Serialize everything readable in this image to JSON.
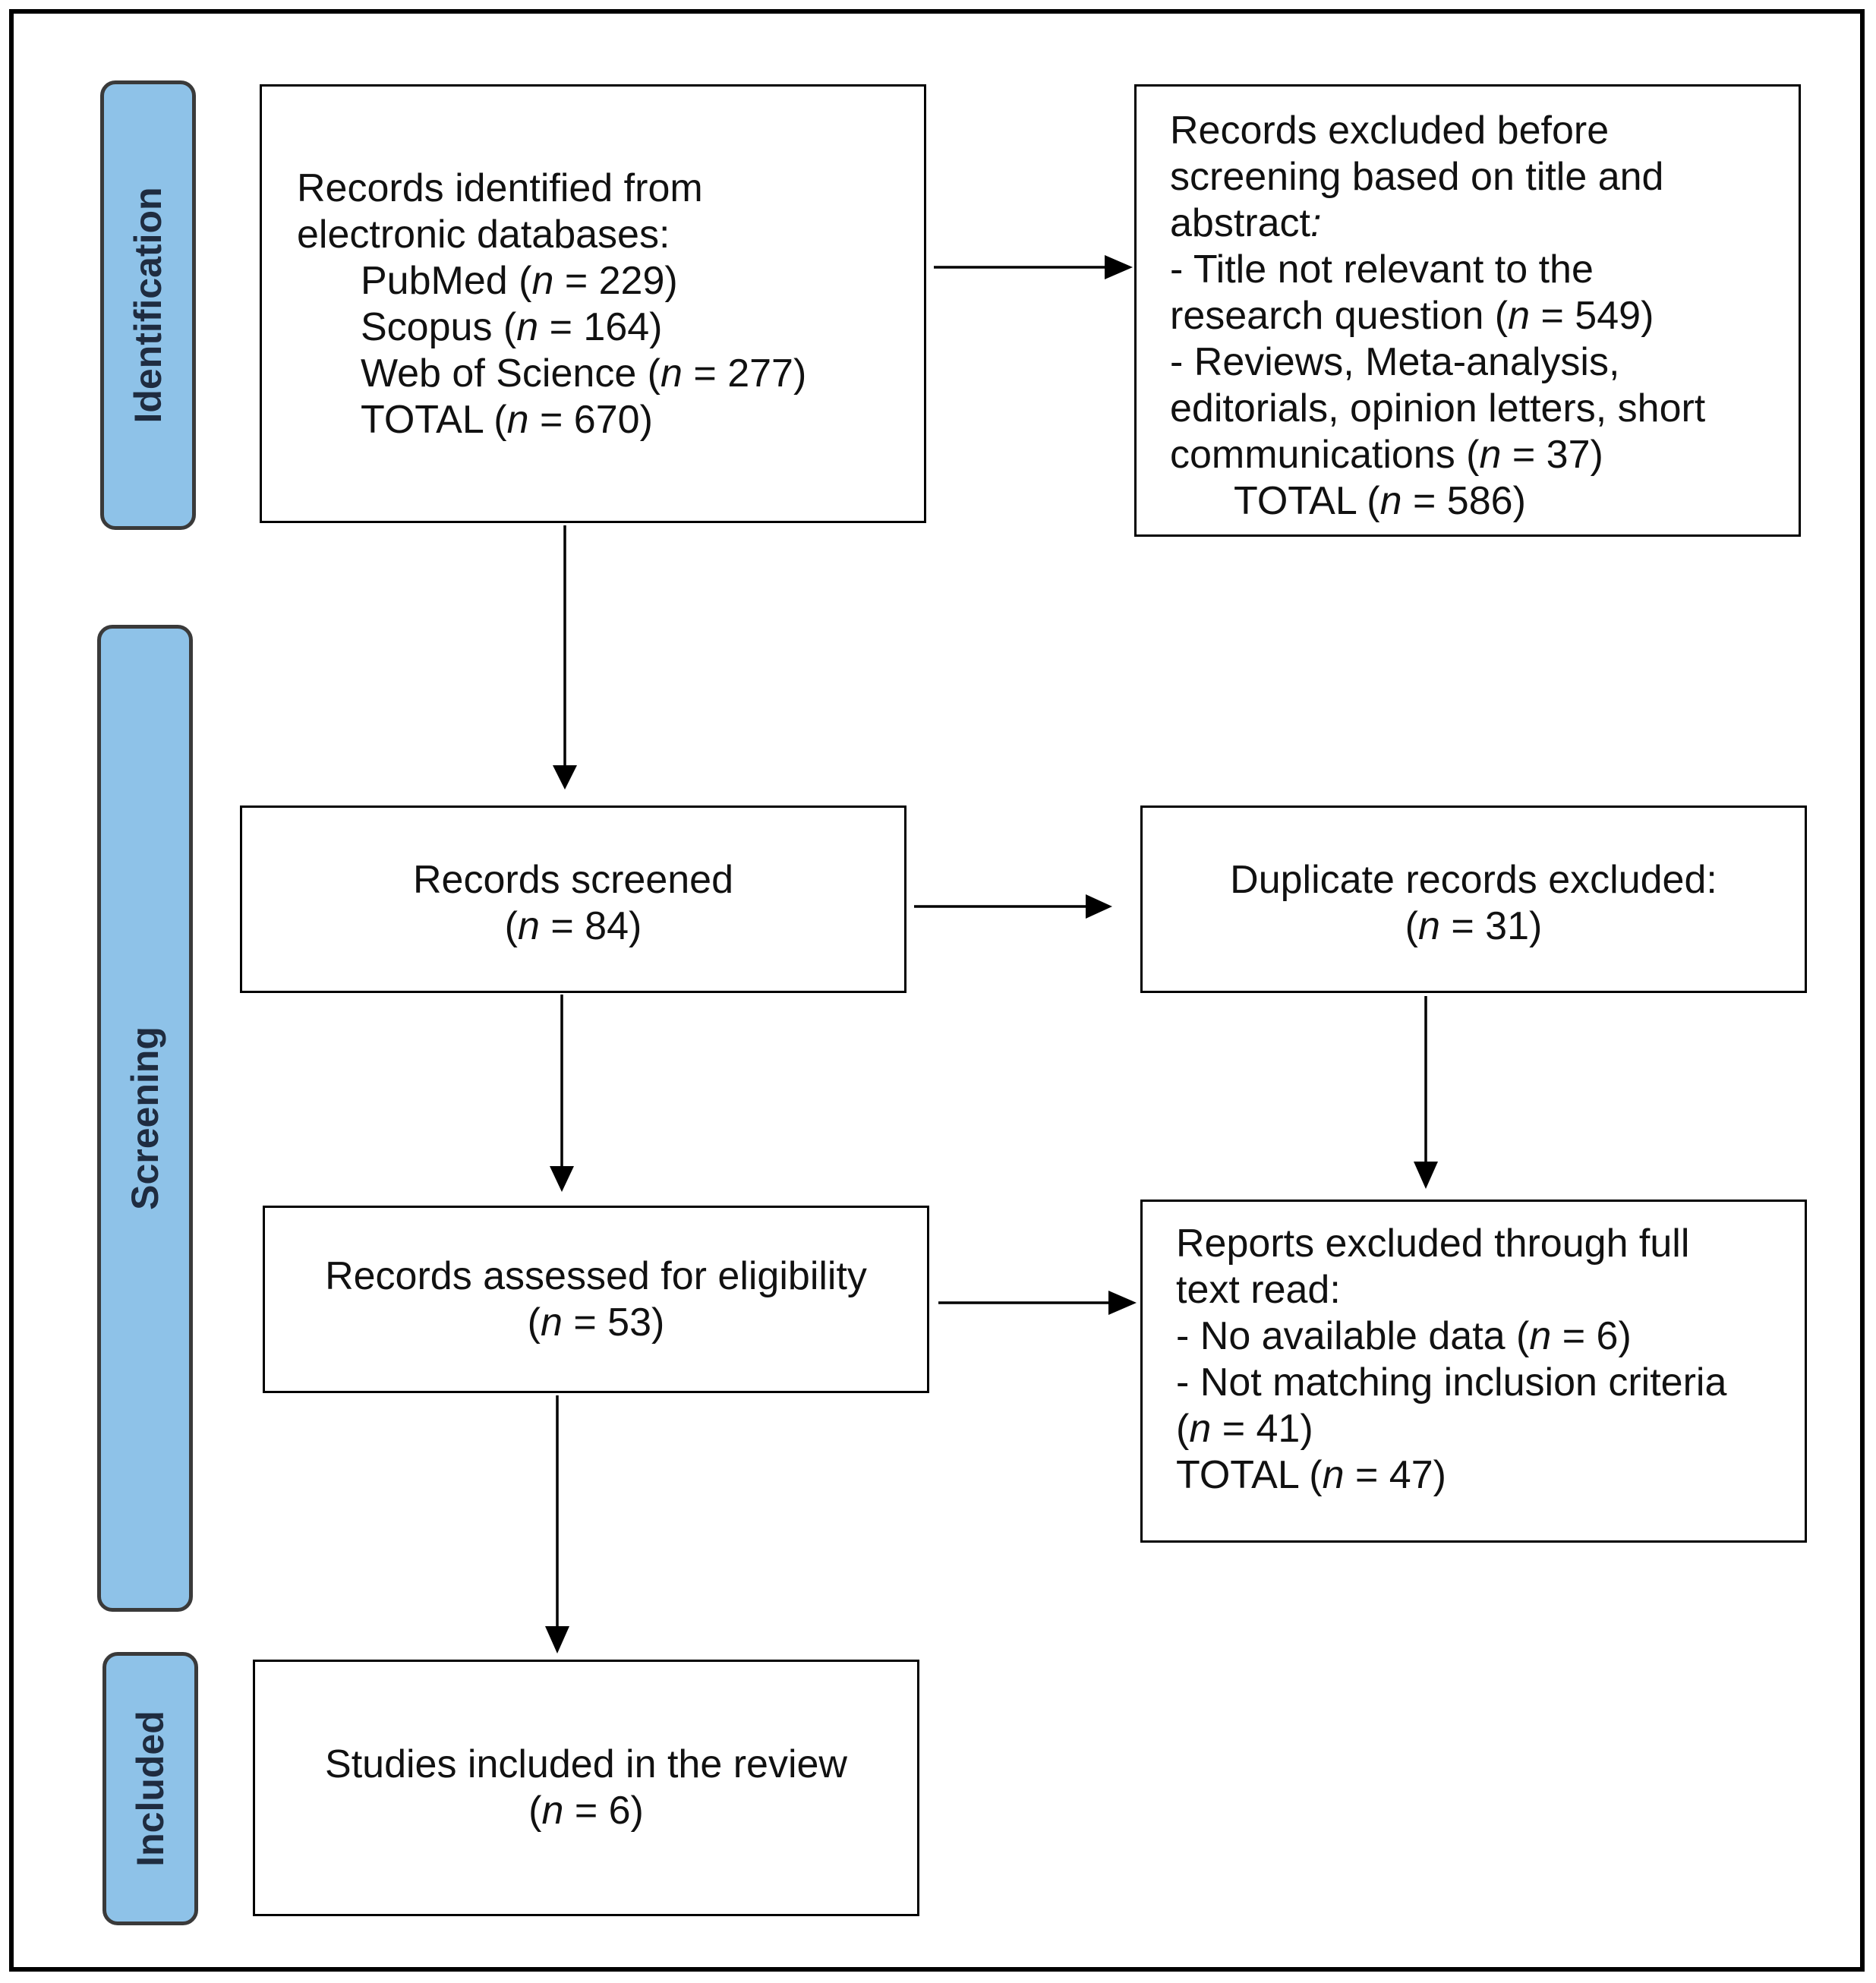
{
  "phases": {
    "identification": "Identification",
    "screening": "Screening",
    "included": "Included"
  },
  "identified": {
    "line1": "Records identified from",
    "line2": "electronic databases:",
    "pubmed": [
      "PubMed (",
      "n",
      " = 229)"
    ],
    "scopus": [
      "Scopus (",
      "n",
      " = 164)"
    ],
    "wos": [
      "Web of Science (",
      "n",
      " = 277)"
    ],
    "total": [
      "TOTAL (",
      "n",
      " = 670)"
    ]
  },
  "excluded_before": {
    "line1": "Records excluded before",
    "line2": "screening based on title and",
    "line3a": "abstract",
    "line3b": ":",
    "line4": "- Title not relevant to the",
    "line5": [
      "research question (",
      "n",
      " = 549)"
    ],
    "line6": "- Reviews, Meta-analysis,",
    "line7": "editorials, opinion letters, short",
    "line8": [
      "communications (",
      "n",
      " = 37)"
    ],
    "total": [
      "TOTAL (",
      "n",
      " = 586)"
    ]
  },
  "screened": {
    "label": "Records screened",
    "count": [
      "(",
      "n",
      " = 84)"
    ]
  },
  "duplicates": {
    "label": "Duplicate records excluded:",
    "count": [
      "(",
      "n",
      " = 31)"
    ]
  },
  "eligibility": {
    "label": "Records assessed for eligibility",
    "count": [
      "(",
      "n",
      " = 53)"
    ]
  },
  "reports_excluded": {
    "line1": "Reports excluded through full",
    "line2": "text read:",
    "line3": [
      "- No available data (",
      "n",
      " = 6)"
    ],
    "line4": "- Not matching inclusion criteria",
    "line5": [
      "(",
      "n",
      " = 41)"
    ],
    "total": [
      "TOTAL (",
      "n",
      " = 47)"
    ]
  },
  "included": {
    "label": "Studies included in the review",
    "count": [
      "(",
      "n",
      " = 6)"
    ]
  }
}
